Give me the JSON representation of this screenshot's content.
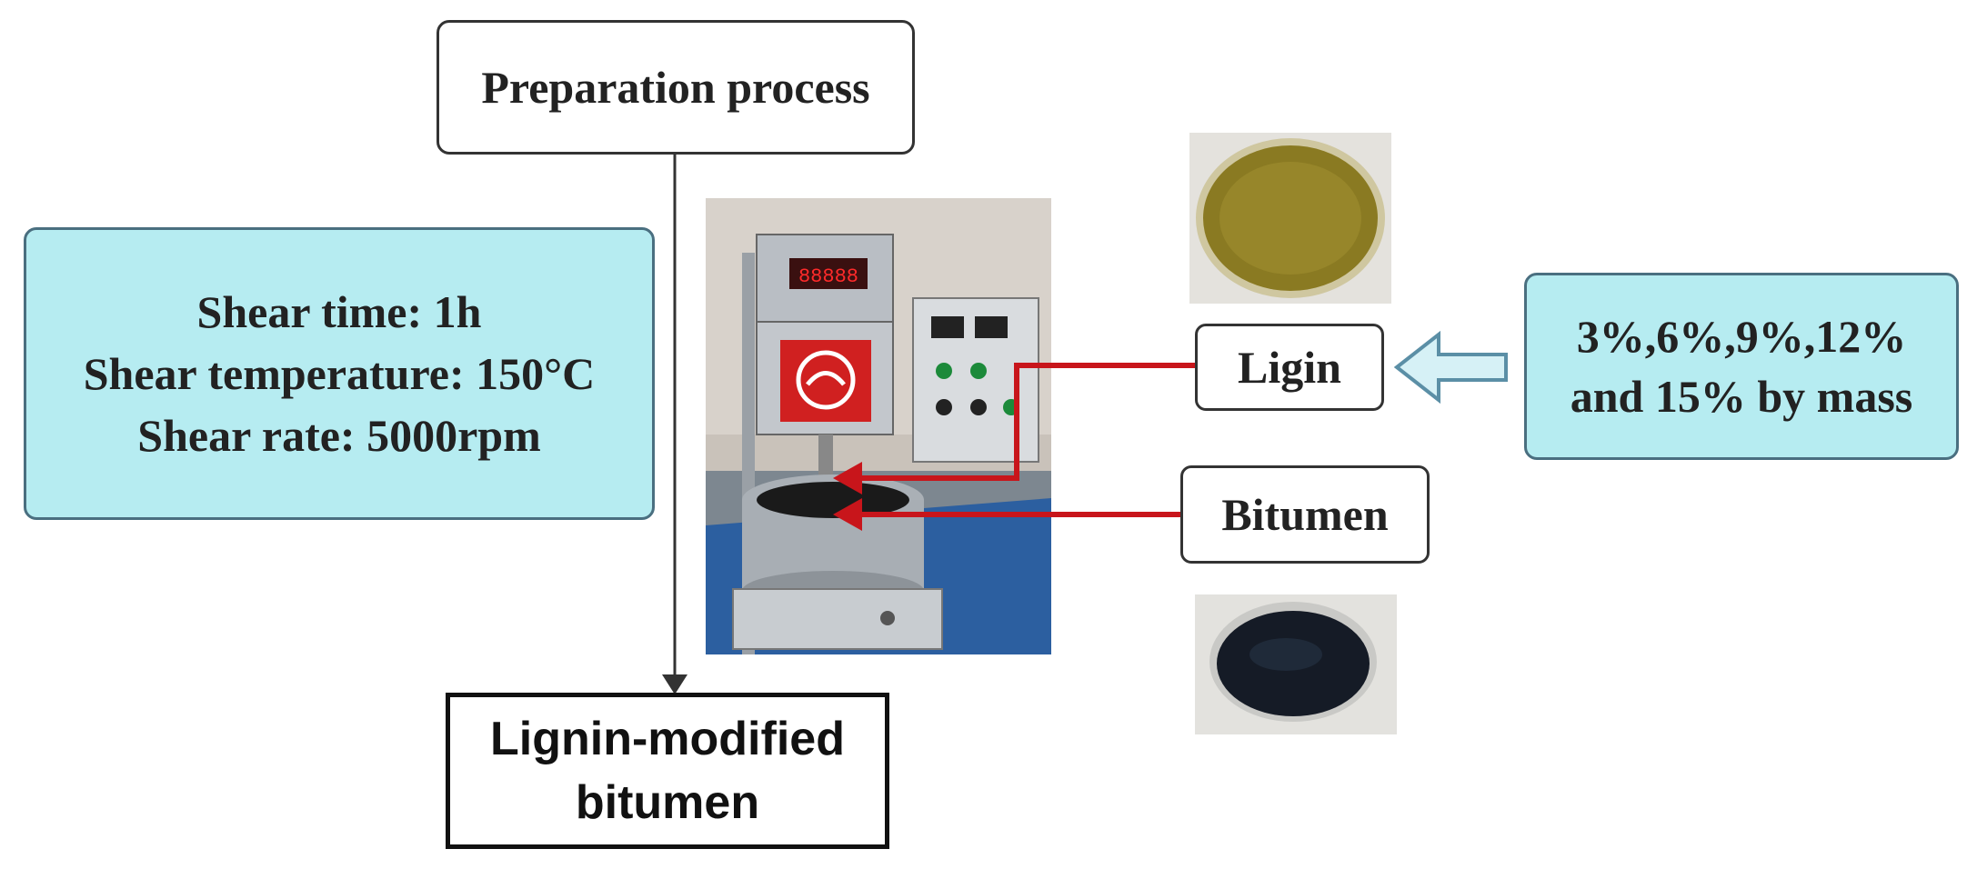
{
  "title": "Preparation process",
  "parameters": {
    "line1": "Shear time: 1h",
    "line2": "Shear temperature: 150°C",
    "line3": "Shear rate: 5000rpm"
  },
  "inputs": {
    "ligin_label": "Ligin",
    "bitumen_label": "Bitumen"
  },
  "dosage": {
    "line1": "3%,6%,9%,12%",
    "line2": "and 15% by mass"
  },
  "result": {
    "line1": "Lignin-modified",
    "line2": "bitumen"
  },
  "colors": {
    "param_fill": "#b6ecf1",
    "red_arrow": "#c8151b",
    "outline_arrow": "#5b8fa6"
  }
}
